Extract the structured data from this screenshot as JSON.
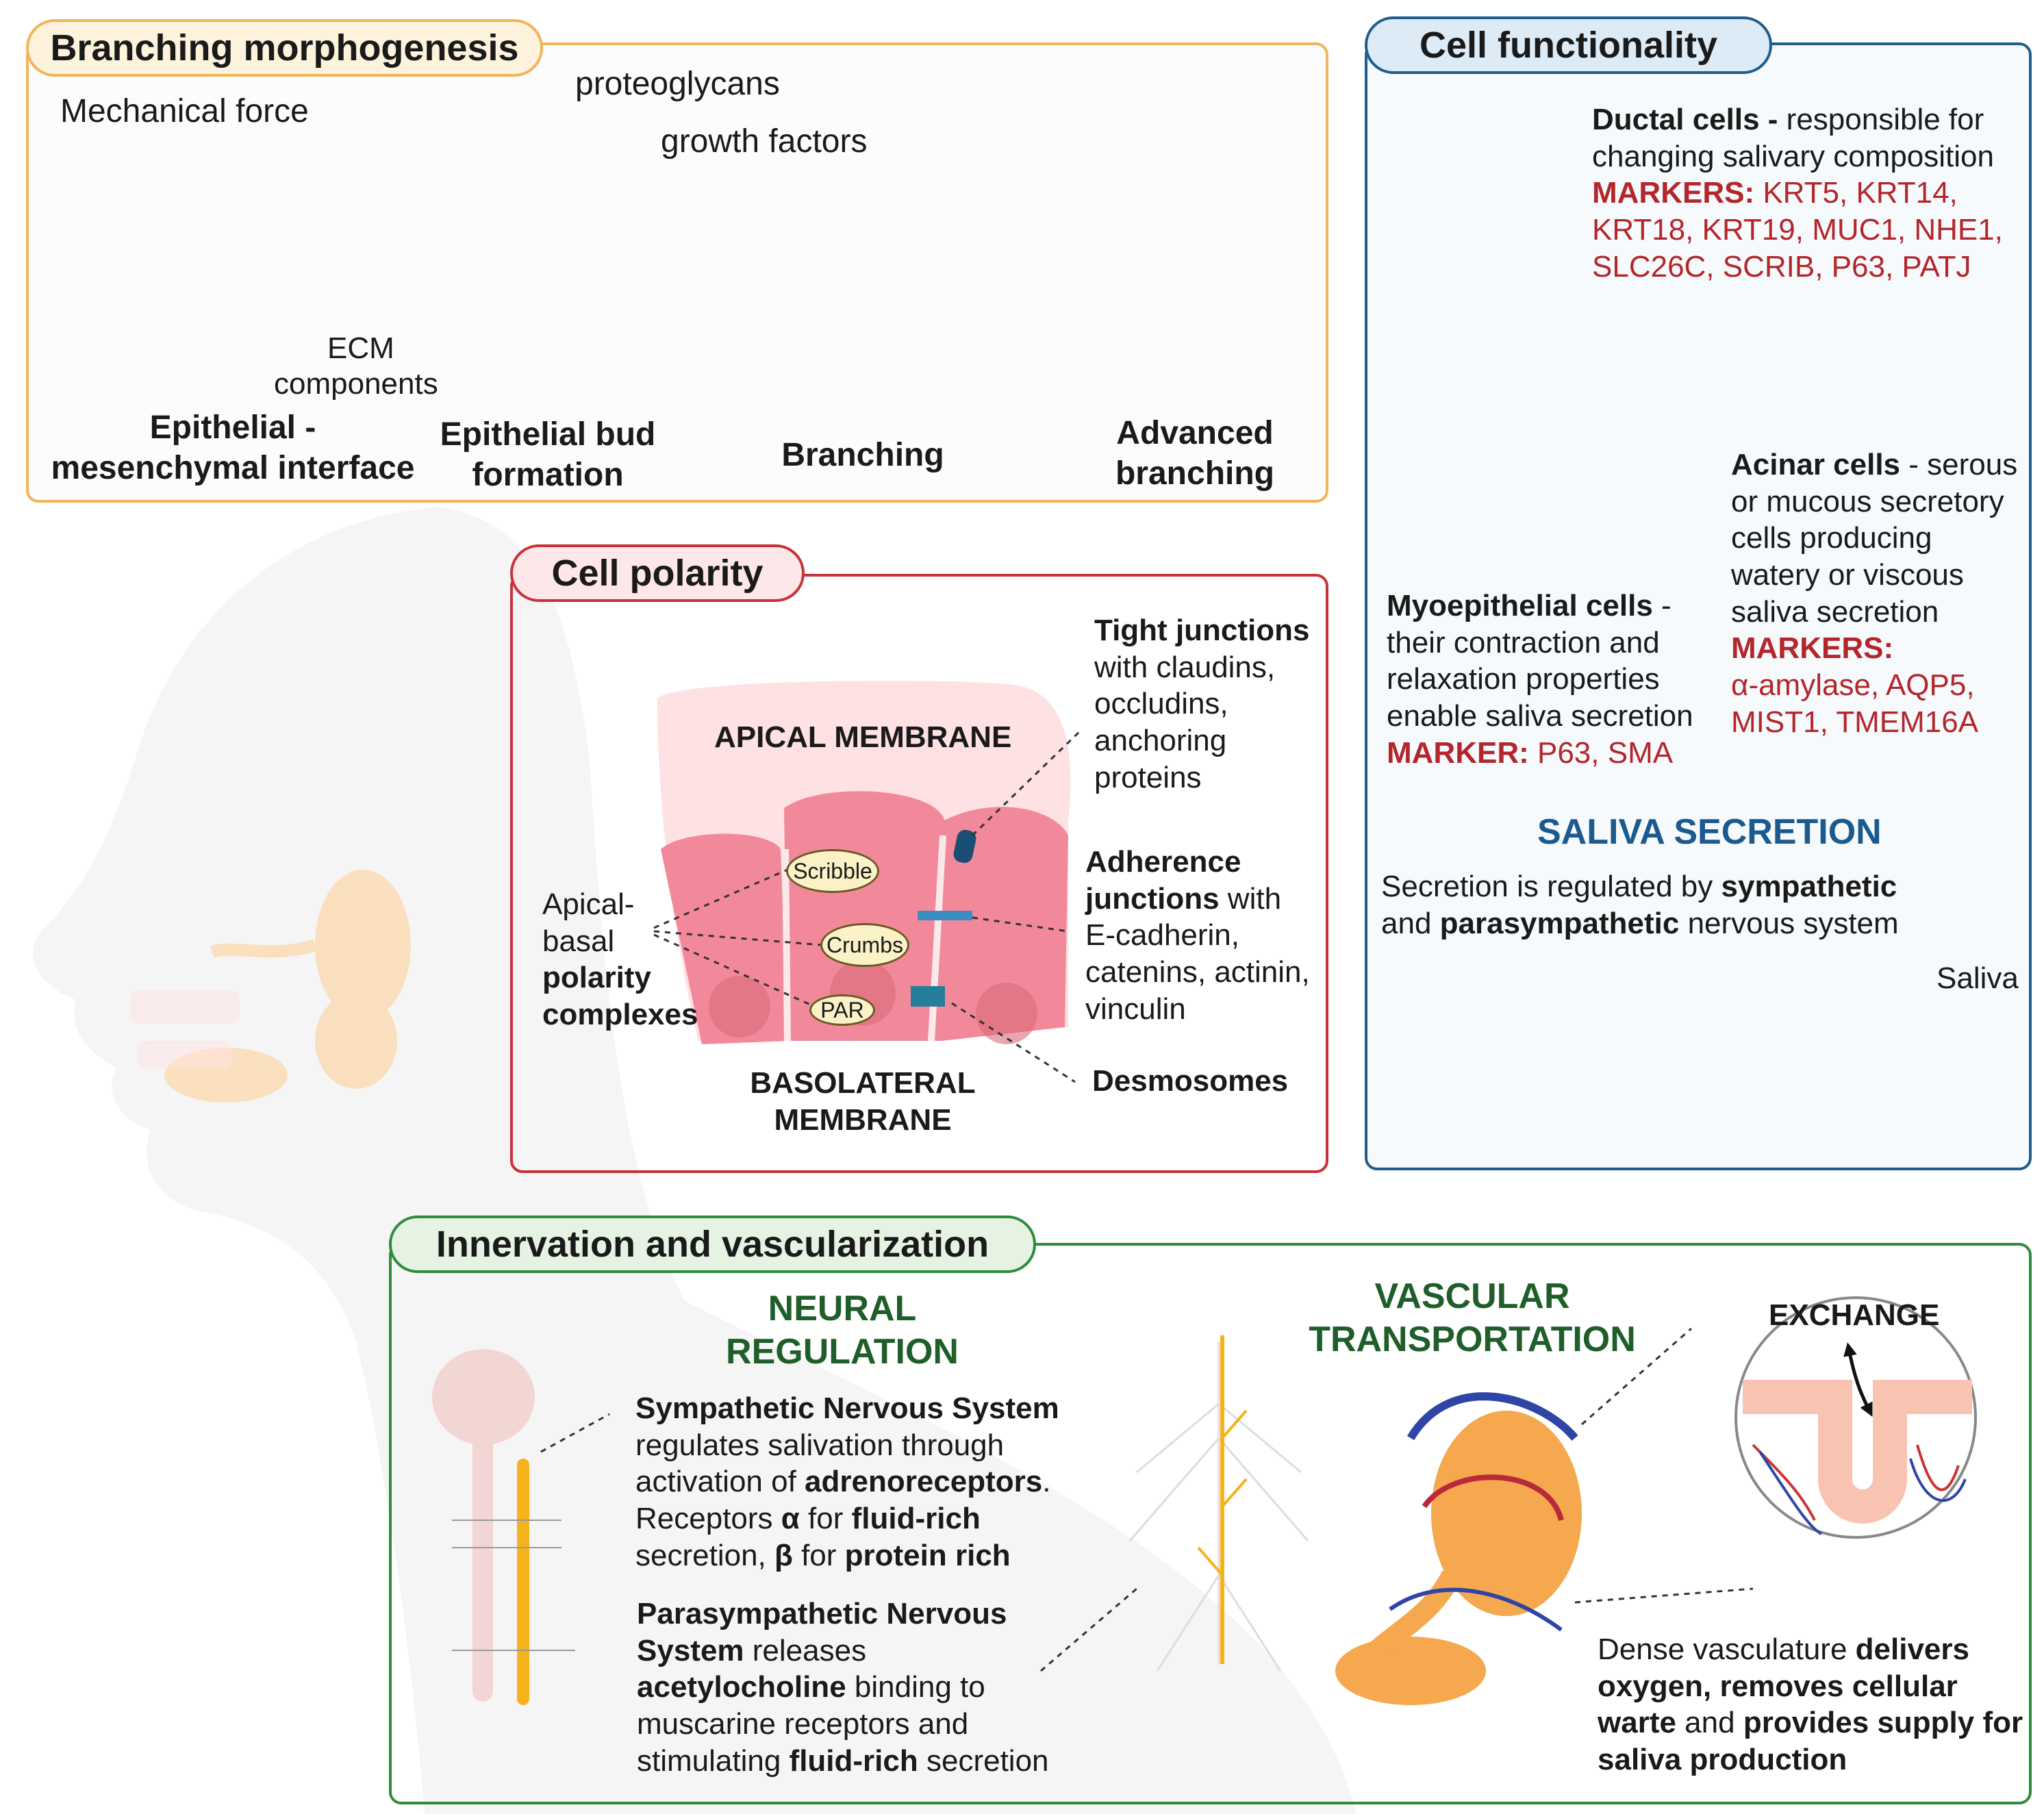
{
  "branching": {
    "title": "Branching morphogenesis",
    "labels": {
      "mechanical_force": "Mechanical force",
      "proteoglycans": "proteoglycans",
      "growth_factors": "growth factors",
      "ecm": "ECM",
      "components": "components"
    },
    "stages": [
      {
        "line1": "Epithelial -",
        "line2": "mesenchymal interface"
      },
      {
        "line1": "Epithelial bud",
        "line2": "formation"
      },
      {
        "line1": "Branching",
        "line2": ""
      },
      {
        "line1": "Advanced",
        "line2": "branching"
      }
    ]
  },
  "function": {
    "title": "Cell functionality",
    "ductal": {
      "name": "Ductal cells -",
      "desc1": " responsible for",
      "desc2": "changing salivary composition",
      "markers_label": "MARKERS:",
      "markers1": " KRT5, KRT14,",
      "markers2": "KRT18, KRT19, MUC1, NHE1,",
      "markers3": "SLC26C, SCRIB, P63, PATJ"
    },
    "acinar": {
      "name": "Acinar cells",
      "desc": [
        " - serous",
        "or mucous secretory",
        "cells producing",
        "watery or viscous",
        "saliva secretion"
      ],
      "markers_label": "MARKERS:",
      "markers": [
        "α-amylase, AQP5,",
        "MIST1, TMEM16A"
      ]
    },
    "myo": {
      "name": "Myoepithelial cells",
      "dash": " -",
      "desc": [
        "their contraction and",
        "relaxation properties",
        "enable saliva secretion"
      ],
      "marker_label": "MARKER:",
      "marker": " P63, SMA"
    },
    "secretion": {
      "heading": "SALIVA SECRETION",
      "line1_pre": "Secretion is regulated by ",
      "line1_bold": "sympathetic",
      "line2_pre": "and ",
      "line2_bold": "parasympathetic",
      "line2_post": " nervous system",
      "saliva": "Saliva"
    }
  },
  "polarity": {
    "title": "Cell polarity",
    "apical": "APICAL MEMBRANE",
    "basolateral1": "BASOLATERAL",
    "basolateral2": "MEMBRANE",
    "complexes": {
      "l1": "Apical-",
      "l2": "basal",
      "l3": "polarity",
      "l4": "complexes"
    },
    "bubbles": {
      "scribble": "Scribble",
      "crumbs": "Crumbs",
      "par": "PAR"
    },
    "tight": {
      "name": "Tight junctions",
      "desc": [
        "with claudins,",
        "occludins,",
        "anchoring",
        "proteins"
      ]
    },
    "adherence": {
      "name1": "Adherence",
      "name2": "junctions",
      "desc1": " with",
      "desc": [
        "E-cadherin,",
        "catenins, actinin,",
        "vinculin"
      ]
    },
    "desmosomes": "Desmosomes"
  },
  "innervation": {
    "title": "Innervation and vascularization",
    "neural_heading1": "NEURAL",
    "neural_heading2": "REGULATION",
    "vascular_heading1": "VASCULAR",
    "vascular_heading2": "TRANSPORTATION",
    "exchange": "EXCHANGE",
    "sympathetic": {
      "title": "Sympathetic Nervous System",
      "l2": "regulates salivation through",
      "l3_pre": "activation of ",
      "l3_bold": "adrenoreceptors",
      "l3_post": ".",
      "l4_pre": "Receptors ",
      "l4_b1": "α",
      "l4_mid": " for ",
      "l4_b2": "fluid-rich",
      "l5_pre": "secretion,  ",
      "l5_b1": "β",
      "l5_mid": " for ",
      "l5_b2": "protein rich"
    },
    "parasympathetic": {
      "l1": "Parasympathetic Nervous",
      "l2_b": "System",
      "l2_post": " releases",
      "l3_b": "acetylocholine",
      "l3_post": " binding to",
      "l4": "muscarine receptors and",
      "l5_pre": "stimulating ",
      "l5_b": "fluid-rich",
      "l5_post": " secretion"
    },
    "vascular": {
      "l1_pre": "Dense vasculature ",
      "l1_b": "delivers",
      "l2_b": "oxygen, removes cellular",
      "l3_b1": "warte",
      "l3_mid": " and ",
      "l3_b2": "provides supply for",
      "l4_b": "saliva production"
    }
  },
  "colors": {
    "branching_border": "#f2b35a",
    "branching_tab": "#fdf2dc",
    "function_border": "#1f5d8c",
    "function_tab": "#dcebf6",
    "polarity_border": "#c8313a",
    "polarity_tab": "#fde7e8",
    "innervation_border": "#2d8c3c",
    "innervation_tab": "#e6f3e3",
    "panel_fill": "#f6fafc",
    "tissue": "#f8d4cc",
    "epithelium": "#ef5a7a",
    "apical": "#f39a3d",
    "duct": "#f9c3b2"
  }
}
